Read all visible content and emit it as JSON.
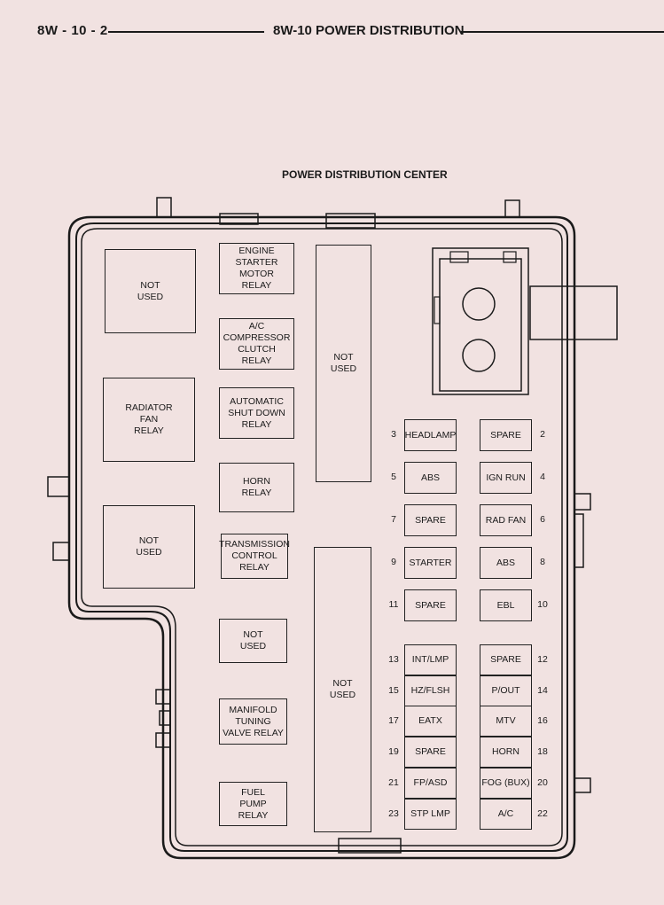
{
  "header": {
    "page_number": "8W - 10 - 2",
    "section_title": "8W-10 POWER DISTRIBUTION"
  },
  "diagram": {
    "title": "POWER DISTRIBUTION CENTER",
    "relays": {
      "not_used_1": "NOT\nUSED",
      "radiator_fan_relay": "RADIATOR\nFAN\nRELAY",
      "not_used_2": "NOT\nUSED",
      "engine_starter_motor_relay": "ENGINE\nSTARTER\nMOTOR\nRELAY",
      "ac_compressor_clutch_relay": "A/C\nCOMPRESSOR\nCLUTCH\nRELAY",
      "automatic_shut_down_relay": "AUTOMATIC\nSHUT DOWN\nRELAY",
      "horn_relay": "HORN\nRELAY",
      "transmission_control_relay": "TRANSMISSION\nCONTROL\nRELAY",
      "not_used_3": "NOT\nUSED",
      "manifold_tuning_valve_relay": "MANIFOLD\nTUNING\nVALVE RELAY",
      "fuel_pump_relay": "FUEL\nPUMP\nRELAY",
      "not_used_upper_strip": "NOT\nUSED",
      "not_used_lower_strip": "NOT\nUSED"
    },
    "fuses": [
      {
        "num": "3",
        "label": "HEADLAMP"
      },
      {
        "num": "2",
        "label": "SPARE"
      },
      {
        "num": "5",
        "label": "ABS"
      },
      {
        "num": "4",
        "label": "IGN RUN"
      },
      {
        "num": "7",
        "label": "SPARE"
      },
      {
        "num": "6",
        "label": "RAD FAN"
      },
      {
        "num": "9",
        "label": "STARTER"
      },
      {
        "num": "8",
        "label": "ABS"
      },
      {
        "num": "11",
        "label": "SPARE"
      },
      {
        "num": "10",
        "label": "EBL"
      },
      {
        "num": "13",
        "label": "INT/LMP"
      },
      {
        "num": "12",
        "label": "SPARE"
      },
      {
        "num": "15",
        "label": "HZ/FLSH"
      },
      {
        "num": "14",
        "label": "P/OUT"
      },
      {
        "num": "17",
        "label": "EATX"
      },
      {
        "num": "16",
        "label": "MTV"
      },
      {
        "num": "19",
        "label": "SPARE"
      },
      {
        "num": "18",
        "label": "HORN"
      },
      {
        "num": "21",
        "label": "FP/ASD"
      },
      {
        "num": "20",
        "label": "FOG (BUX)"
      },
      {
        "num": "23",
        "label": "STP LMP"
      },
      {
        "num": "22",
        "label": "A/C"
      }
    ]
  }
}
